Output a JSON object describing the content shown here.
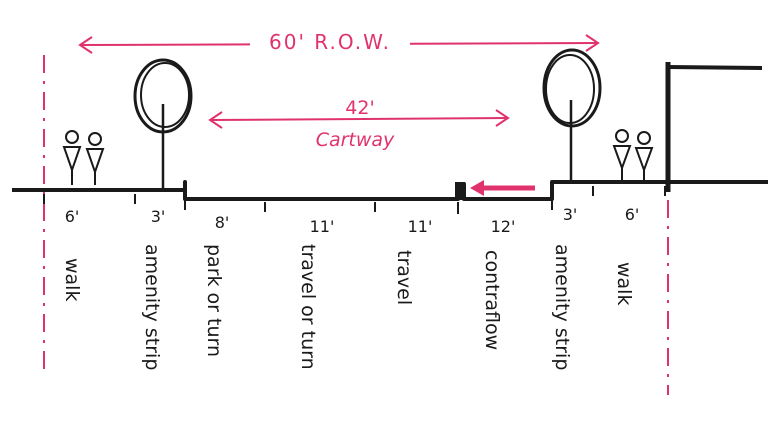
{
  "row": {
    "label": "60' R.O.W."
  },
  "cartway": {
    "width": "42'",
    "label": "Cartway"
  },
  "segments": [
    {
      "dim": "6'",
      "label": "walk"
    },
    {
      "dim": "3'",
      "label": "amenity strip"
    },
    {
      "dim": "8'",
      "label": "park or turn"
    },
    {
      "dim": "11'",
      "label": "travel or turn"
    },
    {
      "dim": "11'",
      "label": "travel"
    },
    {
      "dim": "12'",
      "label": "contraflow"
    },
    {
      "dim": "3'",
      "label": "amenity strip"
    },
    {
      "dim": "6'",
      "label": "walk"
    }
  ],
  "colors": {
    "ink": "#1a1a1a",
    "accent": "#e0336e"
  }
}
